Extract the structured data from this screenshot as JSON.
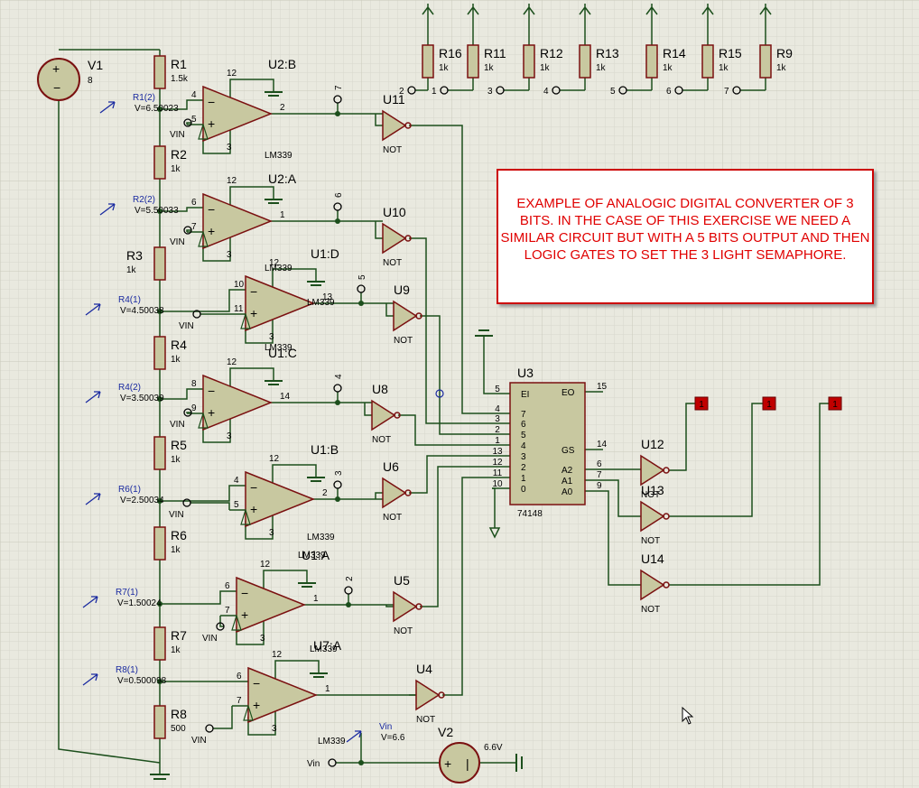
{
  "resistors": [
    {
      "ref": "R1",
      "value": "1.5k"
    },
    {
      "ref": "R2",
      "value": "1k"
    },
    {
      "ref": "R3",
      "value": "1k"
    },
    {
      "ref": "R4",
      "value": "1k"
    },
    {
      "ref": "R5",
      "value": "1k"
    },
    {
      "ref": "R6",
      "value": "1k"
    },
    {
      "ref": "R7",
      "value": "1k"
    },
    {
      "ref": "R8",
      "value": "500"
    }
  ],
  "pullups": [
    {
      "ref": "R16",
      "value": "1k",
      "node": "2"
    },
    {
      "ref": "R11",
      "value": "1k",
      "node": "1"
    },
    {
      "ref": "R12",
      "value": "1k",
      "node": "3"
    },
    {
      "ref": "R13",
      "value": "1k",
      "node": "4"
    },
    {
      "ref": "R14",
      "value": "1k",
      "node": "5"
    },
    {
      "ref": "R15",
      "value": "1k",
      "node": "6"
    },
    {
      "ref": "R9",
      "value": "1k",
      "node": "7"
    }
  ],
  "probes": [
    {
      "name": "R1(2)",
      "value": "V=6.50023"
    },
    {
      "name": "R2(2)",
      "value": "V=5.50033"
    },
    {
      "name": "R4(1)",
      "value": "V=4.50038"
    },
    {
      "name": "R4(2)",
      "value": "V=3.50039"
    },
    {
      "name": "R6(1)",
      "value": "V=2.50034"
    },
    {
      "name": "R7(1)",
      "value": "V=1.50024"
    },
    {
      "name": "R8(1)",
      "value": "V=0.500098"
    },
    {
      "name": "Vin",
      "value": "V=6.6"
    }
  ],
  "comparators": [
    {
      "ref": "U2:B",
      "type": "LM339",
      "in_neg": "4",
      "in_pos": "5",
      "out": "2",
      "vcc": "12",
      "gnd": "3",
      "node": "7"
    },
    {
      "ref": "U2:A",
      "type": "LM339",
      "in_neg": "6",
      "in_pos": "7",
      "out": "1",
      "vcc": "12",
      "gnd": "3",
      "node": "6"
    },
    {
      "ref": "U1:D",
      "type": "LM339",
      "in_neg": "10",
      "in_pos": "11",
      "out": "13",
      "vcc": "12",
      "gnd": "3",
      "node": "5"
    },
    {
      "ref": "U1:C",
      "type": "LM339",
      "in_neg": "8",
      "in_pos": "9",
      "out": "14",
      "vcc": "12",
      "gnd": "3",
      "node": "4"
    },
    {
      "ref": "U1:B",
      "type": "LM339",
      "in_neg": "4",
      "in_pos": "5",
      "out": "2",
      "vcc": "12",
      "gnd": "3",
      "node": "3"
    },
    {
      "ref": "U1:A",
      "type": "LM339",
      "in_neg": "6",
      "in_pos": "7",
      "out": "1",
      "vcc": "12",
      "gnd": "3",
      "node": "2"
    },
    {
      "ref": "U7:A",
      "type": "LM339",
      "in_neg": "6",
      "in_pos": "7",
      "out": "1",
      "vcc": "12",
      "gnd": "3",
      "node": ""
    }
  ],
  "not_gates": [
    {
      "ref": "U11",
      "label": "NOT"
    },
    {
      "ref": "U10",
      "label": "NOT"
    },
    {
      "ref": "U9",
      "label": "NOT"
    },
    {
      "ref": "U8",
      "label": "NOT"
    },
    {
      "ref": "U6",
      "label": "NOT"
    },
    {
      "ref": "U5",
      "label": "NOT"
    },
    {
      "ref": "U4",
      "label": "NOT"
    },
    {
      "ref": "U12",
      "label": "NOT"
    },
    {
      "ref": "U13",
      "label": "NOT"
    },
    {
      "ref": "U14",
      "label": "NOT"
    }
  ],
  "vin_label": "VIN",
  "encoder": {
    "ref": "U3",
    "type": "74148",
    "left_pins": [
      {
        "num": "5",
        "name": "EI"
      },
      {
        "num": "4",
        "name": "7"
      },
      {
        "num": "3",
        "name": "6"
      },
      {
        "num": "2",
        "name": "5"
      },
      {
        "num": "1",
        "name": "4"
      },
      {
        "num": "13",
        "name": "3"
      },
      {
        "num": "12",
        "name": "2"
      },
      {
        "num": "11",
        "name": "1"
      },
      {
        "num": "10",
        "name": "0"
      }
    ],
    "right_pins": [
      {
        "num": "15",
        "name": "EO"
      },
      {
        "num": "14",
        "name": "GS"
      },
      {
        "num": "6",
        "name": "A2"
      },
      {
        "num": "7",
        "name": "A1"
      },
      {
        "num": "9",
        "name": "A0"
      }
    ]
  },
  "outputs": [
    "1",
    "1",
    "1"
  ],
  "v1": {
    "ref": "V1",
    "value": "8"
  },
  "v2": {
    "ref": "V2",
    "value": "6.6V",
    "vin": "Vin"
  },
  "note": "EXAMPLE OF ANALOGIC DIGITAL CONVERTER OF 3 BITS. IN THE CASE OF THIS EXERCISE WE NEED A SIMILAR CIRCUIT BUT WITH A 5 BITS OUTPUT AND THEN LOGIC GATES TO SET THE 3 LIGHT SEMAPHORE.",
  "colors": {
    "background": "#e9e9df",
    "wire": "#1c4f1c",
    "component_fill": "#c8c8a0",
    "component_stroke": "#7a1010",
    "probe": "#1a2aa0",
    "logic_high": "#c00000",
    "note_text": "#e00000"
  }
}
